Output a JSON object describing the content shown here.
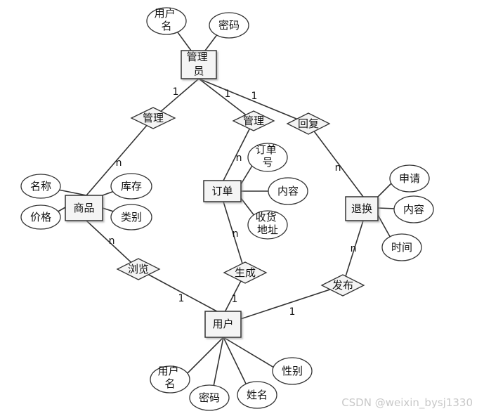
{
  "entities": {
    "admin": "管理员",
    "goods": "商品",
    "order": "订单",
    "refund": "退换",
    "user": "用户"
  },
  "relations": {
    "manage_goods": "管理",
    "manage_order": "管理",
    "reply": "回复",
    "browse": "浏览",
    "generate": "生成",
    "publish": "发布"
  },
  "attributes": {
    "admin_username": "用户名",
    "admin_password": "密码",
    "goods_name": "名称",
    "goods_price": "价格",
    "goods_stock": "库存",
    "goods_category": "类别",
    "order_no": "订单号",
    "order_content": "内容",
    "order_address": "收货地址",
    "refund_apply": "申请",
    "refund_content": "内容",
    "refund_time": "时间",
    "user_username": "用户名",
    "user_password": "密码",
    "user_name": "姓名",
    "user_gender": "性别"
  },
  "cardinalities": {
    "admin_manage_goods": "1",
    "manage_goods_goods": "n",
    "admin_manage_order": "1",
    "manage_order_order": "n",
    "admin_reply": "1",
    "reply_refund": "n",
    "goods_browse": "n",
    "browse_user": "1",
    "order_generate": "n",
    "generate_user": "1",
    "refund_publish": "n",
    "publish_user": "1"
  },
  "watermark": "CSDN @weixin_bysj1330"
}
